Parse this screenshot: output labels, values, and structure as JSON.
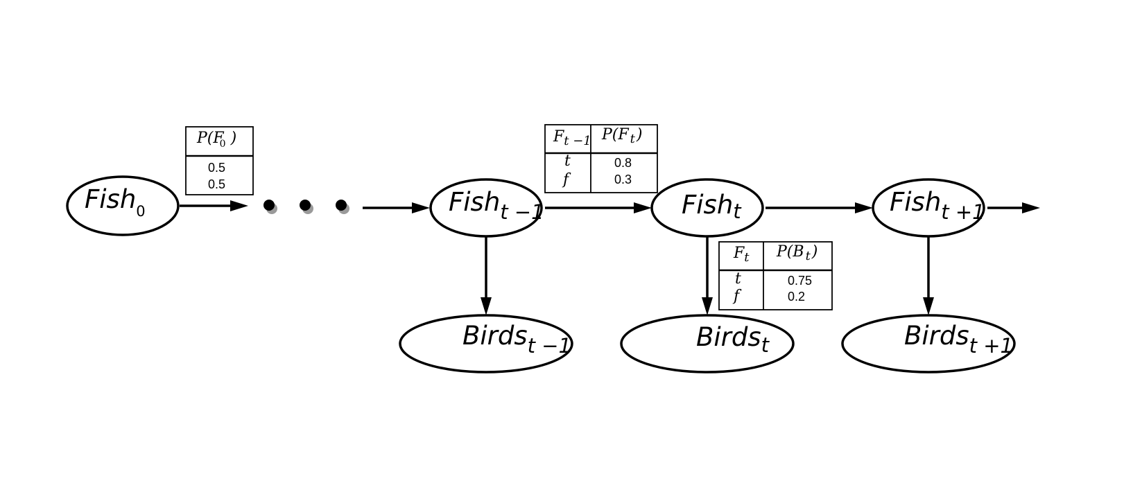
{
  "nodes": {
    "fish0": {
      "base": "Fish",
      "sub": "0"
    },
    "fish_tm1": {
      "base": "Fish",
      "sub": "t −1"
    },
    "fish_t": {
      "base": "Fish",
      "sub": "t"
    },
    "fish_tp1": {
      "base": "Fish",
      "sub": "t +1"
    },
    "birds_tm1": {
      "base": "Birds",
      "sub": "t −1"
    },
    "birds_t": {
      "base": "Birds",
      "sub": "t"
    },
    "birds_tp1": {
      "base": "Birds",
      "sub": "t +1"
    }
  },
  "cpt_prior": {
    "header_main": "P(F",
    "header_sub": "0",
    "header_close": " )",
    "values": [
      "0.5",
      "0.5"
    ]
  },
  "cpt_transition": {
    "col1_main": "F",
    "col1_sub": "t −1",
    "col2_main": "P(F",
    "col2_sub": "t",
    "col2_close": ")",
    "rows": [
      {
        "cond": "t",
        "value": "0.8"
      },
      {
        "cond": "f",
        "value": "0.3"
      }
    ]
  },
  "cpt_sensor": {
    "col1_main": "F",
    "col1_sub": "t",
    "col2_main": "P(B",
    "col2_sub": "t",
    "col2_close": ")",
    "rows": [
      {
        "cond": "t",
        "value": "0.75"
      },
      {
        "cond": "f",
        "value": "0.2"
      }
    ]
  }
}
